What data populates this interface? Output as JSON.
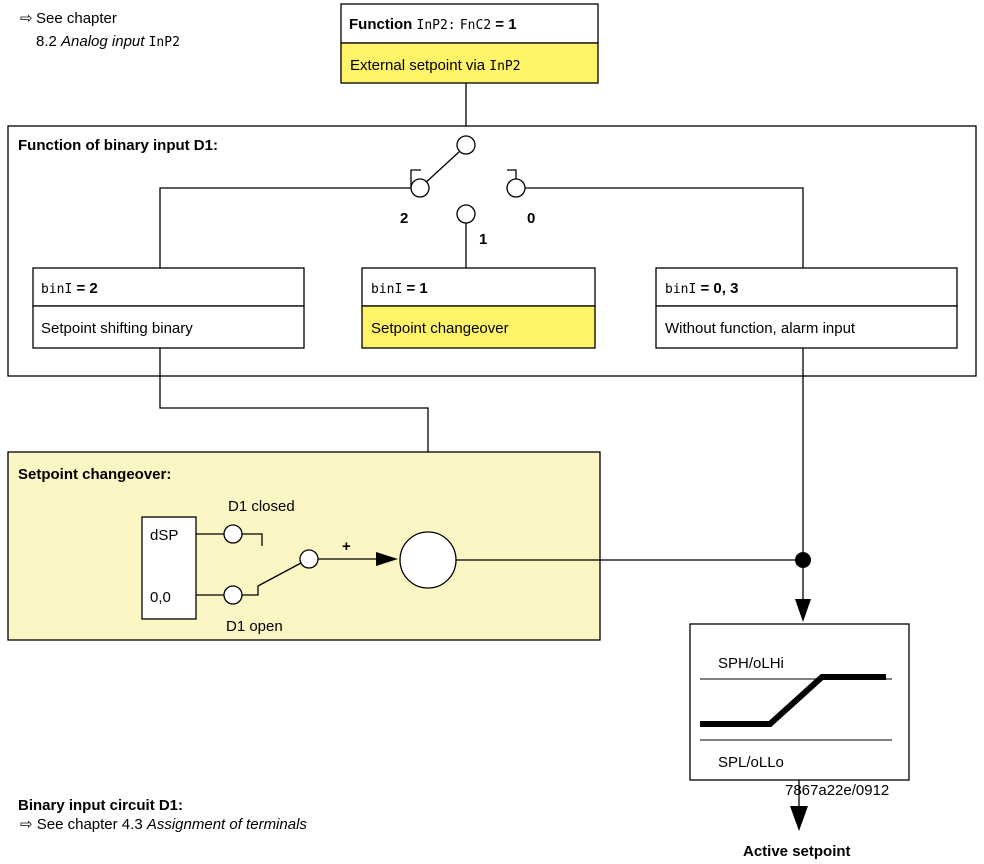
{
  "ref_top": {
    "arrow": "⇨",
    "line1": "See chapter",
    "line2_prefix": "8.2 ",
    "line2_italic": "Analog input",
    "line2_param": "InP2"
  },
  "function_box": {
    "title_bold": "Function",
    "param": "InP2:",
    "param2": "FnC2",
    "value": "= 1",
    "description": "External setpoint via",
    "description_param": "InP2"
  },
  "binary_panel": {
    "title": "Function of binary input D1:",
    "switch_labels": {
      "pos2": "2",
      "pos1": "1",
      "pos0": "0"
    },
    "boxes": [
      {
        "param": "binI",
        "value": "= 2",
        "text": "Setpoint shifting binary"
      },
      {
        "param": "binI",
        "value": "= 1",
        "text": "Setpoint changeover"
      },
      {
        "param": "binI",
        "value": "= 0, 3",
        "text": "Without function, alarm input"
      }
    ]
  },
  "changeover_panel": {
    "title": "Setpoint changeover:",
    "source_top": "dSP",
    "source_bottom": "0,0",
    "closed_label": "D1 closed",
    "open_label": "D1 open",
    "plus": "+"
  },
  "limiter": {
    "top_label": "SPH/oLHi",
    "bottom_label": "SPL/oLLo",
    "code": "7867a22e/0912"
  },
  "output_label": "Active setpoint",
  "ref_bottom": {
    "title": "Binary input circuit D1:",
    "arrow": "⇨",
    "text": "See chapter 4.3",
    "italic": "Assignment of terminals"
  },
  "colors": {
    "highlight": "#fff468",
    "line": "#000000"
  }
}
